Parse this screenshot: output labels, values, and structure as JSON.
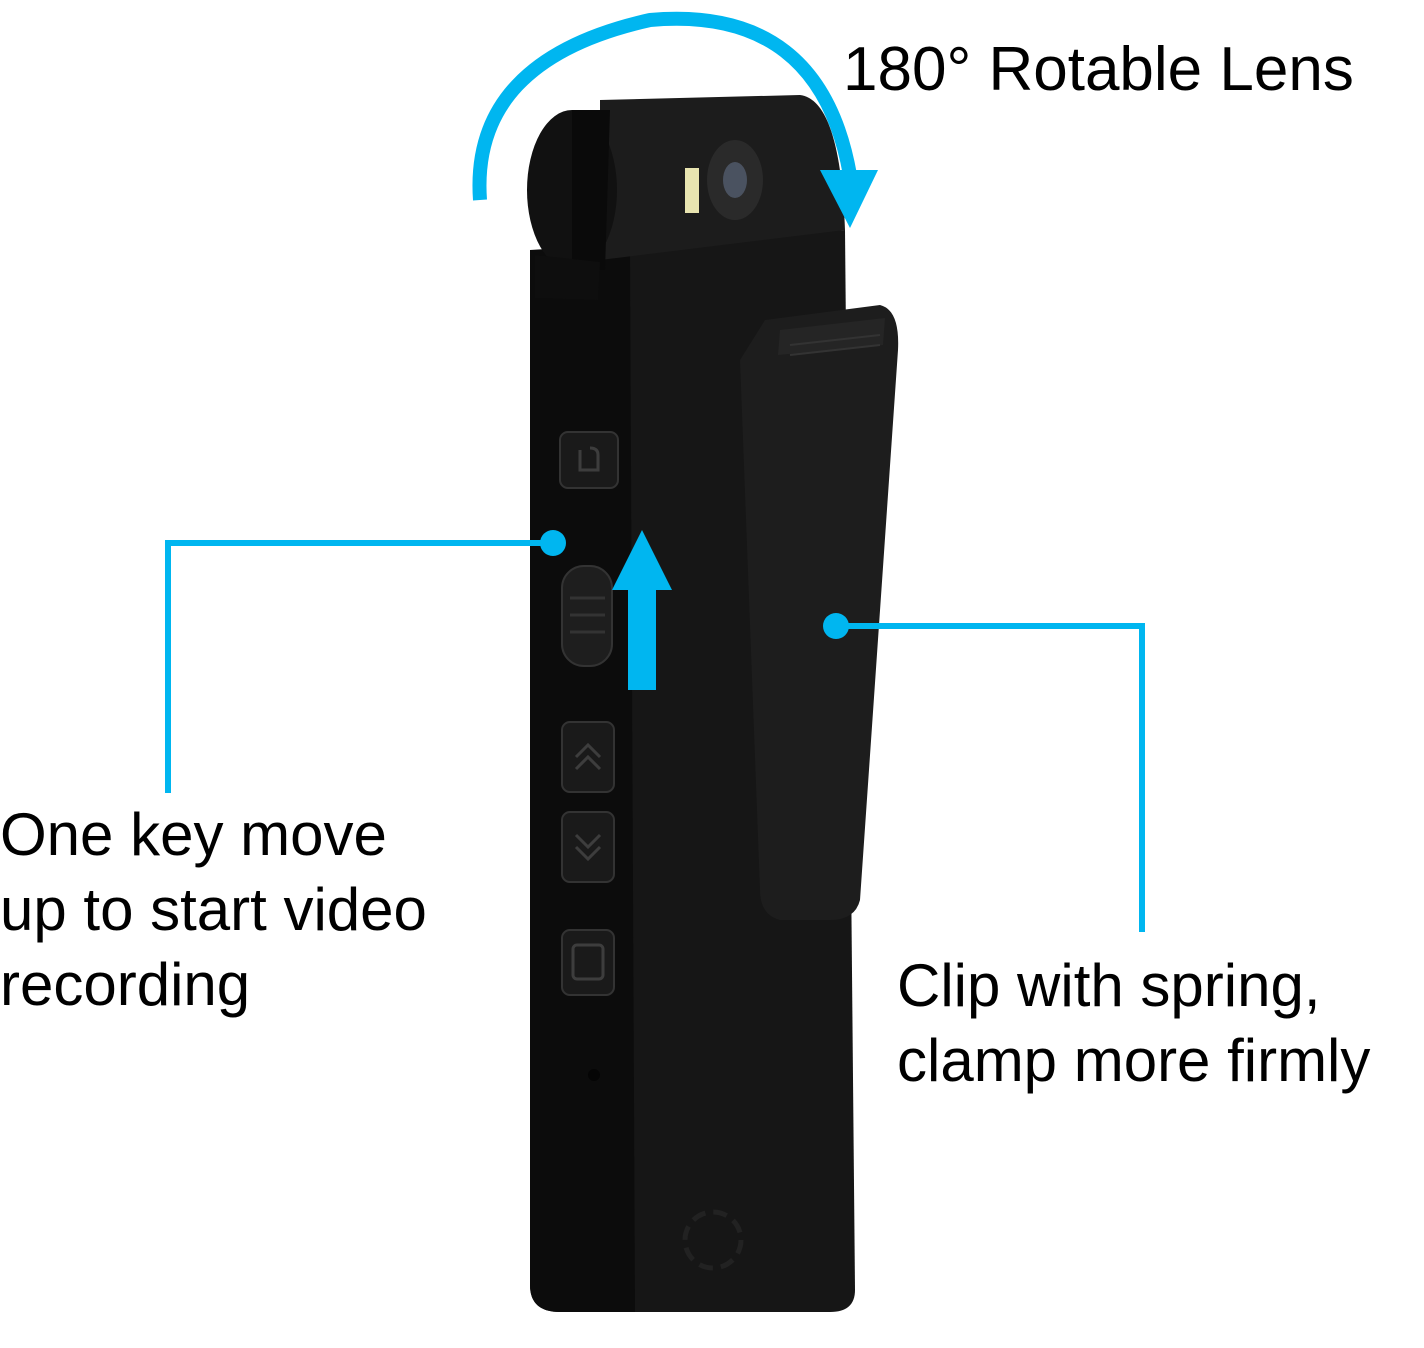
{
  "colors": {
    "accent": "#00B6F0",
    "device": "#141414",
    "text": "#000000"
  },
  "callouts": {
    "lens": {
      "title": "180°  Rotable Lens"
    },
    "slider": {
      "lines": [
        "One key move",
        "up to start video",
        "recording"
      ]
    },
    "clip": {
      "lines": [
        "Clip with spring,",
        "clamp more firmly"
      ]
    }
  },
  "icons": [
    "rotate-arrow-icon",
    "up-arrow-icon",
    "power-icon",
    "chevron-up-icon",
    "chevron-down-icon",
    "square-button-icon"
  ]
}
